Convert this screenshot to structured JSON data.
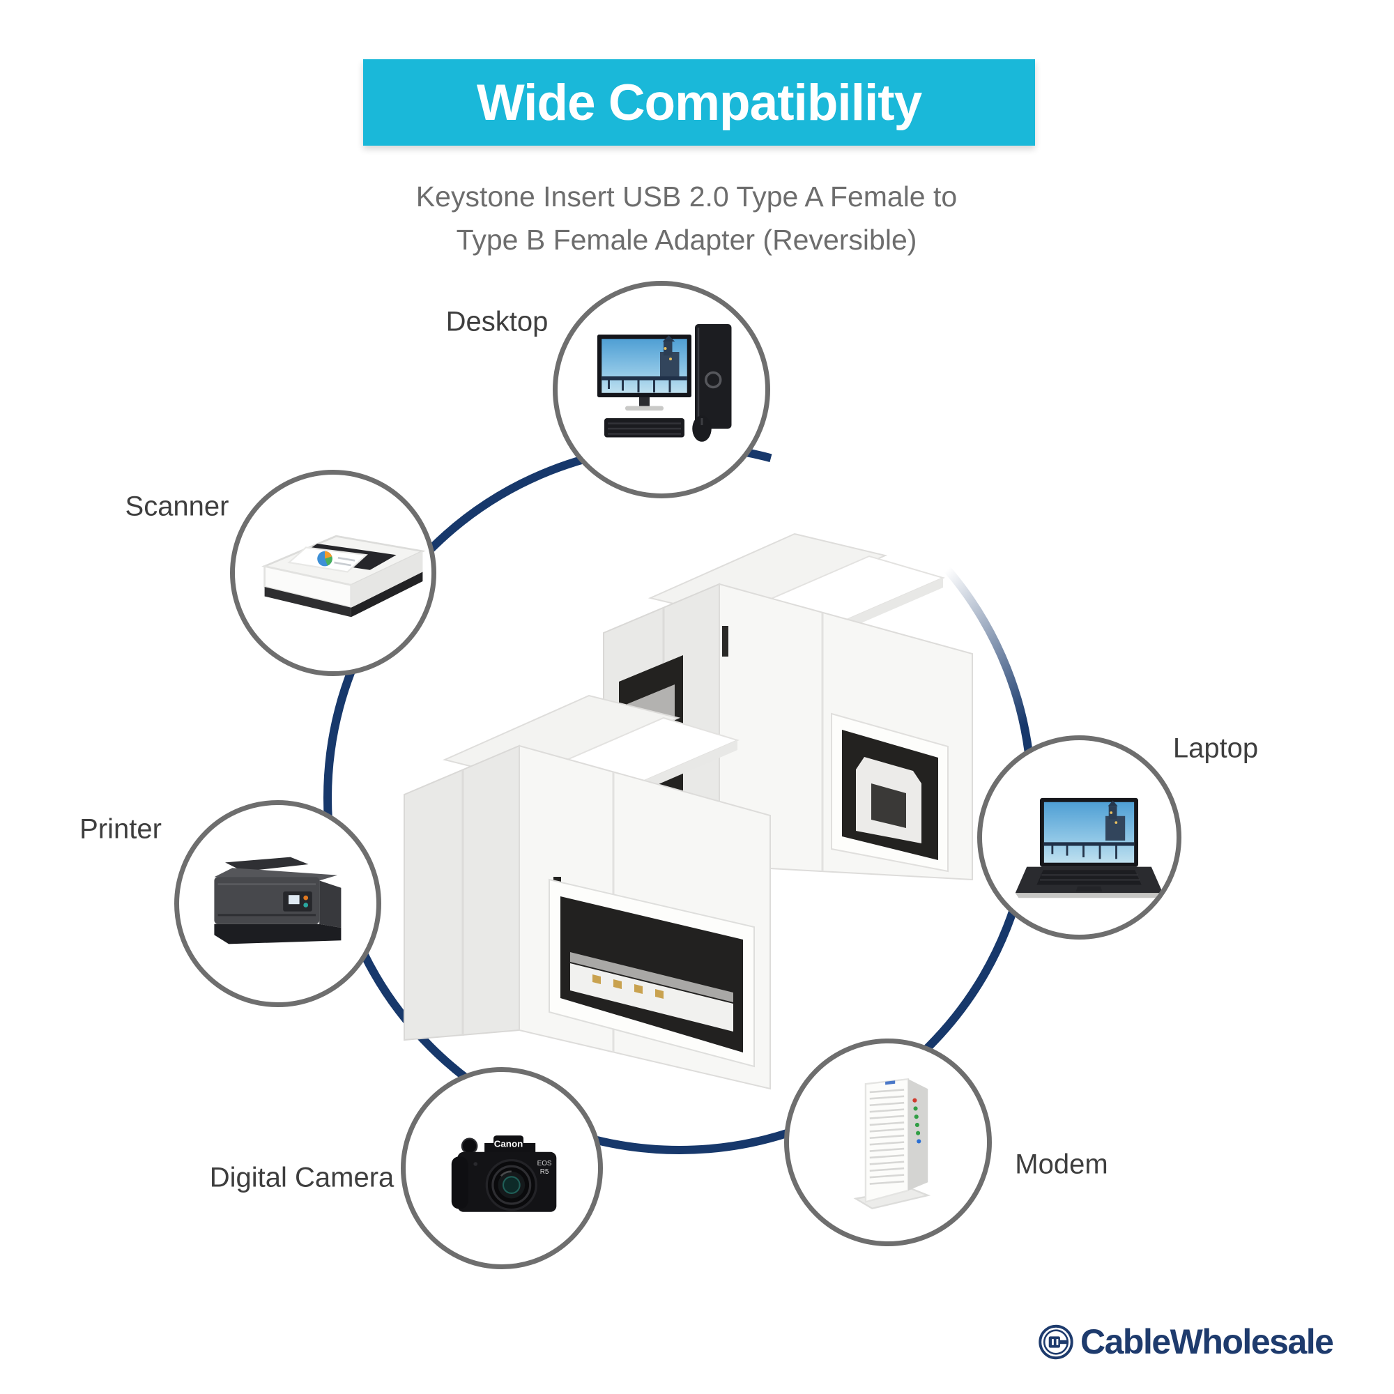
{
  "header": {
    "title": "Wide Compatibility",
    "subtitle_line1": "Keystone Insert USB 2.0 Type A Female to",
    "subtitle_line2": "Type B Female Adapter (Reversible)"
  },
  "devices": [
    {
      "label": "Desktop"
    },
    {
      "label": "Scanner"
    },
    {
      "label": "Printer"
    },
    {
      "label": "Digital Camera"
    },
    {
      "label": "Modem"
    },
    {
      "label": "Laptop"
    }
  ],
  "product_markings": {
    "camera_brand": "Canon",
    "camera_model_line1": "EOS",
    "camera_model_line2": "R5"
  },
  "branding": {
    "logo_text": "CableWholesale"
  },
  "colors": {
    "banner_bg": "#1ab8d9",
    "banner_text": "#ffffff",
    "ring": "#17386b",
    "circle_border": "#6e6e6e",
    "subtitle_text": "#6d6d6d",
    "label_text": "#3e3e3e",
    "logo_navy": "#1e3b6d"
  }
}
